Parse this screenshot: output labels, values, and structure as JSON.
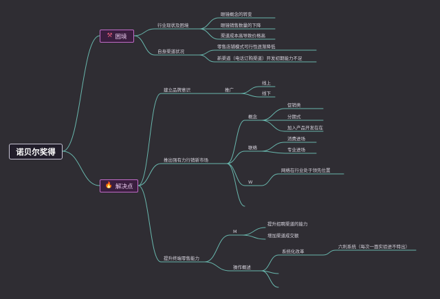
{
  "root": {
    "label": "诺贝尔奖得"
  },
  "branches": [
    {
      "label": "困境",
      "icon": "tools-icon",
      "children": [
        {
          "label": "行业现状及困境",
          "children": [
            {
              "label": "眼镜概念的转变"
            },
            {
              "label": "眼镜销售数量的下降"
            },
            {
              "label": "渠道成本高导致价格高"
            }
          ]
        },
        {
          "label": "自身渠道状况",
          "children": [
            {
              "label": "零售店铺模式可行性逐渐降低"
            },
            {
              "label": "新渠道（电话订购渠道）开发初期能力不足"
            }
          ]
        }
      ]
    },
    {
      "label": "解决点",
      "icon": "fire-icon",
      "children": [
        {
          "label": "建立品牌意识",
          "children": [
            {
              "label": "推广",
              "children": [
                {
                  "label": "线上"
                },
                {
                  "label": "线下"
                }
              ]
            }
          ]
        },
        {
          "label": "推出强有力行销新市场",
          "children": [
            {
              "label": "概念",
              "children": [
                {
                  "label": "促销类"
                },
                {
                  "label": "分期式"
                },
                {
                  "label": "加入产品开发在在"
                }
              ]
            },
            {
              "label": "联络",
              "children": [
                {
                  "label": "消费进场"
                },
                {
                  "label": "专业进场"
                }
              ]
            },
            {
              "label": "W",
              "children": [
                {
                  "label": "网络在行业处于领先位置"
                }
              ]
            }
          ]
        },
        {
          "label": "提升终端零售能力",
          "children": [
            {
              "label": "M",
              "children": [
                {
                  "label": "提升招聘渠道的能力"
                },
                {
                  "label": "增加渠道成交额"
                }
              ]
            },
            {
              "label": "操作概述",
              "children": [
                {
                  "label": "系统化改革",
                  "children": [
                    {
                      "label": "六利系统（每次一面实验进不特出）"
                    }
                  ]
                }
              ]
            }
          ]
        }
      ]
    }
  ],
  "colors": {
    "background": "#2f2d33",
    "connector": "#69b8ae",
    "root_border": "#c9c6d6",
    "tag_border": "#c26bc9"
  }
}
